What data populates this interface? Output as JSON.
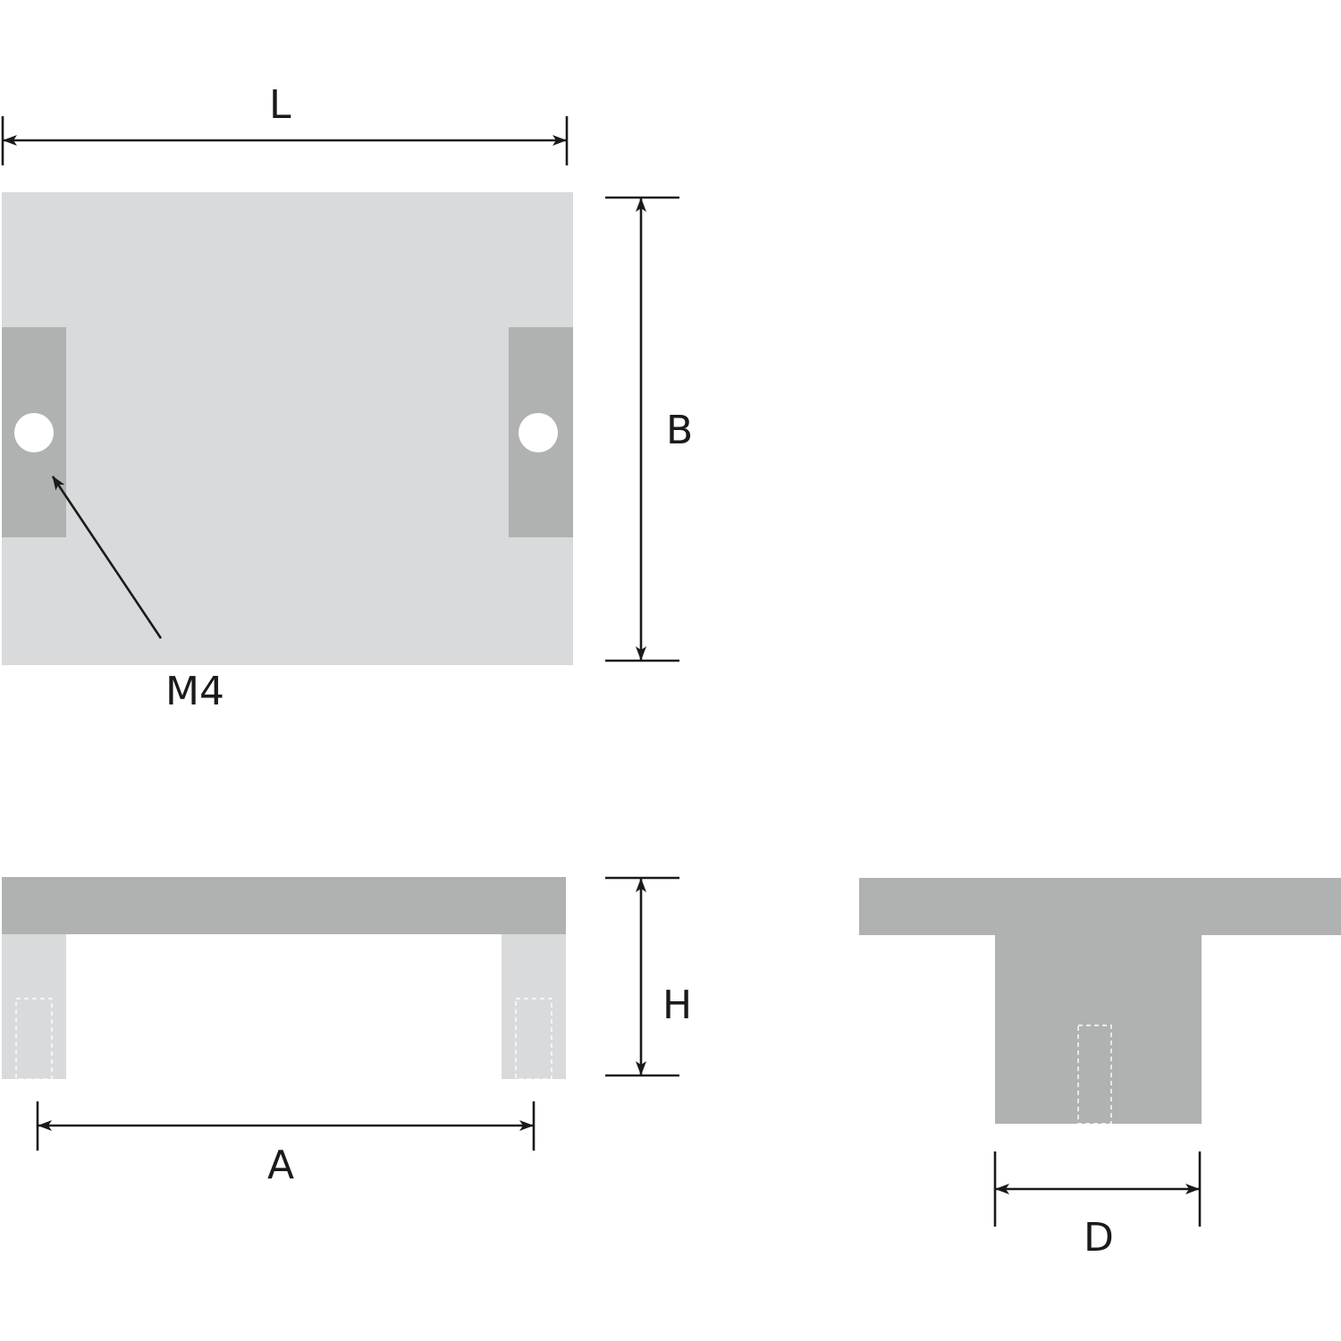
{
  "colors": {
    "plate_light": "#d8dadb",
    "block_dark": "#b0b1b1",
    "hole": "#ffffff",
    "line": "#1a1a1a"
  },
  "labels": {
    "L": "L",
    "B": "B",
    "M4": "M4",
    "H": "H",
    "A": "A",
    "D": "D"
  }
}
